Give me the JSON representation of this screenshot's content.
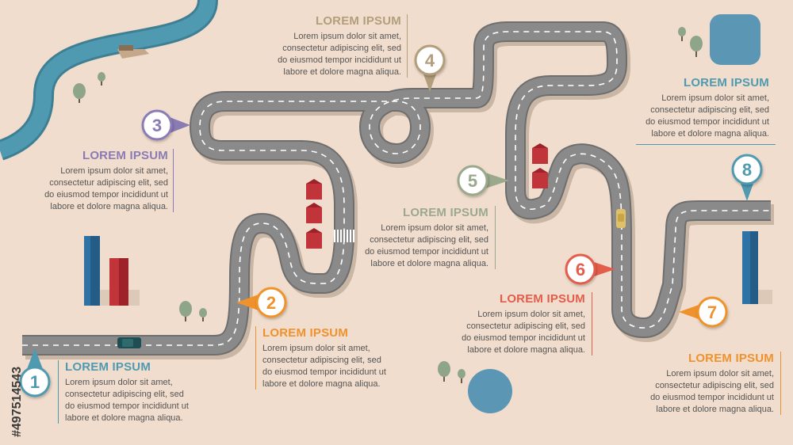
{
  "colors": {
    "background": "#f1ddcd",
    "road": "#8a8a8a",
    "road_edge": "#6e6e6e",
    "road_shadow": "#c9b6a5",
    "river": "#4f9ab0",
    "lake": "#5b96b4",
    "tree": "#8fa58a",
    "building_red": "#c0343a",
    "building_blue": "#2e72a6"
  },
  "milestones": [
    {
      "num": "1",
      "color": "#4f9ab0",
      "title": "LOREM IPSUM",
      "body": "Lorem ipsum dolor sit amet,\nconsectetur adipiscing elit, sed\ndo eiusmod tempor incididunt ut\nlabore et dolore magna aliqua."
    },
    {
      "num": "2",
      "color": "#f0922c",
      "title": "LOREM IPSUM",
      "body": "Lorem ipsum dolor sit amet,\nconsectetur adipiscing elit, sed\ndo eiusmod tempor incididunt ut\nlabore et dolore magna aliqua."
    },
    {
      "num": "3",
      "color": "#8a7bb5",
      "title": "LOREM IPSUM",
      "body": "Lorem ipsum dolor sit amet,\nconsectetur adipiscing elit, sed\ndo eiusmod tempor incididunt ut\nlabore et dolore magna aliqua."
    },
    {
      "num": "4",
      "color": "#b39e7c",
      "title": "LOREM IPSUM",
      "body": "Lorem ipsum dolor sit amet,\nconsectetur adipiscing elit, sed\ndo eiusmod tempor incididunt ut\nlabore et dolore magna aliqua."
    },
    {
      "num": "5",
      "color": "#9aa88c",
      "title": "LOREM IPSUM",
      "body": "Lorem ipsum dolor sit amet,\nconsectetur adipiscing elit, sed\ndo eiusmod tempor incididunt ut\nlabore et dolore magna aliqua."
    },
    {
      "num": "6",
      "color": "#e35d4b",
      "title": "LOREM IPSUM",
      "body": "Lorem ipsum dolor sit amet,\nconsectetur adipiscing elit, sed\ndo eiusmod tempor incididunt ut\nlabore et dolore magna aliqua."
    },
    {
      "num": "7",
      "color": "#f0922c",
      "title": "LOREM IPSUM",
      "body": "Lorem ipsum dolor sit amet,\nconsectetur adipiscing elit, sed\ndo eiusmod tempor incididunt ut\nlabore et dolore magna aliqua."
    },
    {
      "num": "8",
      "color": "#4f9ab0",
      "title": "LOREM IPSUM",
      "body": "Lorem ipsum dolor sit amet,\nconsectetur adipiscing elit, sed\ndo eiusmod tempor incididunt ut\nlabore et dolore magna aliqua."
    }
  ],
  "watermark": {
    "text": "#497514543"
  }
}
